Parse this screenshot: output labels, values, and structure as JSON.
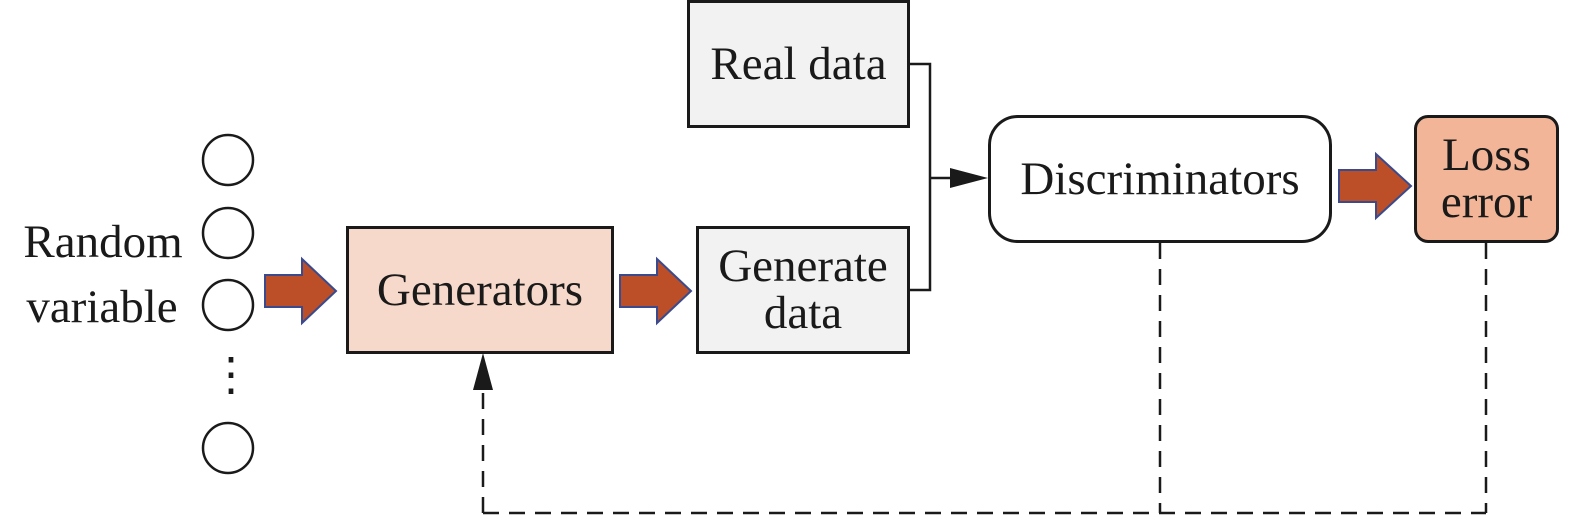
{
  "input": {
    "line1": "Random",
    "line2": "variable",
    "ellipsis": "⋮"
  },
  "nodes": {
    "generators": {
      "label": "Generators"
    },
    "real_data": {
      "label": "Real data"
    },
    "generate_data": {
      "line1": "Generate",
      "line2": "data"
    },
    "discriminators": {
      "label": "Discriminators"
    },
    "loss_error": {
      "line1": "Loss",
      "line2": "error"
    }
  },
  "colors": {
    "generator_fill": "#f7d9cb",
    "loss_fill": "#f2b597",
    "data_fill": "#f2f2f2",
    "arrow_fill": "#bc4f28",
    "arrow_stroke": "#3b4a8c",
    "line": "#1a1a1a"
  }
}
